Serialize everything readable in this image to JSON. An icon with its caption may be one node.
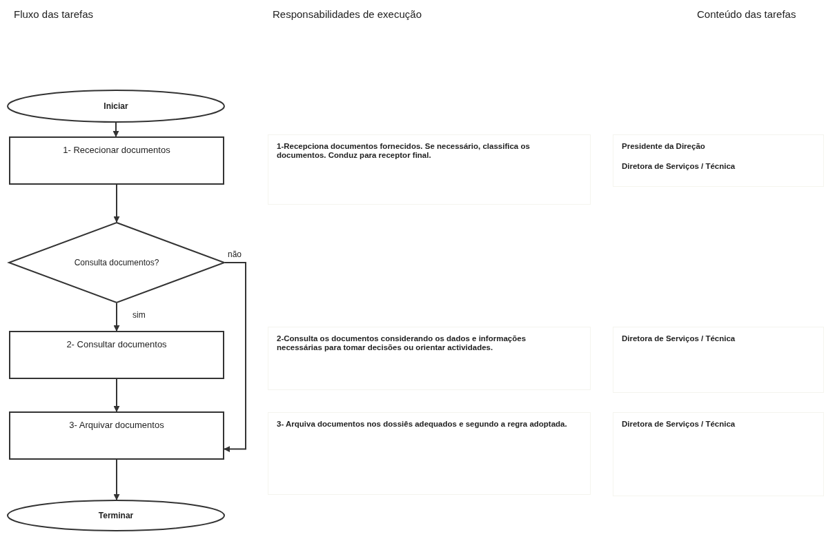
{
  "diagram": {
    "nodes": [
      {
        "text": [
          "Iniciar"
        ]
      },
      {
        "text": [
          "1- Rececionar documentos"
        ]
      },
      {
        "text": [
          "Consulta documentos?"
        ]
      },
      {
        "text": [
          "2- Consultar documentos"
        ]
      },
      {
        "text": [
          "3- Arquivar documentos"
        ]
      },
      {
        "text": [
          "Terminar"
        ]
      },
      {
        "text": [
          "1-Recepciona documentos fornecidos. Se necessário, classifica os documentos. Conduz para receptor final."
        ]
      },
      {
        "text": [
          "Presidente da Direção",
          "Diretora de Serviços / Técnica"
        ]
      },
      {
        "text": [
          "2-Consulta os documentos considerando os dados e informações necessárias para tomar decisões ou orientar actividades."
        ]
      },
      {
        "text": [
          "Diretora de Serviços / Técnica"
        ]
      },
      {
        "text": [
          "3- Arquiva documentos nos dossiês adequados e segundo a regra adoptada."
        ]
      },
      {
        "text": [
          "Diretora de Serviços / Técnica"
        ]
      }
    ],
    "edges": [
      {
        "from": 0,
        "to": 1,
        "arrow": "to"
      },
      {
        "from": 1,
        "to": 2,
        "arrow": "to"
      },
      {
        "from": 2,
        "to": 3,
        "arrow": "to",
        "label": "sim"
      },
      {
        "from": 3,
        "to": 4,
        "arrow": "to"
      },
      {
        "from": 2,
        "to": 4,
        "arrow": "to",
        "label": "não"
      },
      {
        "from": 4,
        "to": 5,
        "arrow": "to"
      }
    ],
    "labels": [
      "Fluxo das tarefas",
      "Responsabilidades de execução",
      "Conteúdo das tarefas"
    ]
  }
}
